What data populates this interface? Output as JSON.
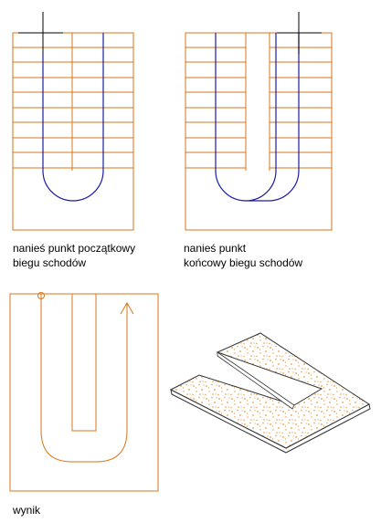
{
  "colors": {
    "outline": "#d9761a",
    "path": "#1a1aa6",
    "cursor": "#000000",
    "texture": "#e89a45",
    "background": "#ffffff"
  },
  "captions": {
    "start_point": [
      "nanieś punkt początkowy",
      "biegu schodów"
    ],
    "end_point": [
      "nanieś punkt",
      "końcowy biegu schodów"
    ],
    "result": "wynik"
  }
}
